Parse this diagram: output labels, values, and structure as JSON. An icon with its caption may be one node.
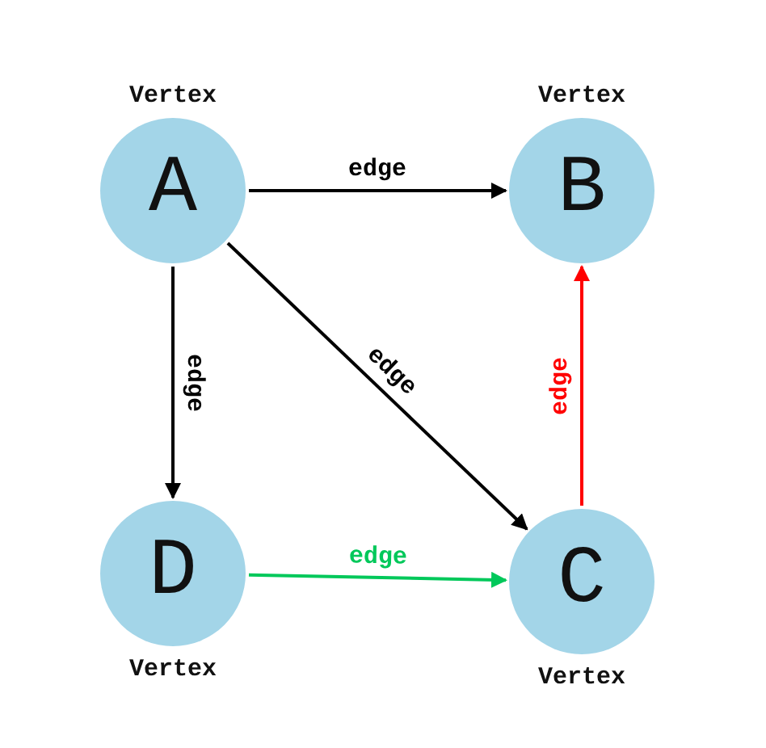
{
  "diagram": {
    "nodes": [
      {
        "text": [
          "A"
        ],
        "beside": [
          "Vertex"
        ]
      },
      {
        "text": [
          "B"
        ],
        "beside": [
          "Vertex"
        ]
      },
      {
        "text": [
          "D"
        ],
        "beside": [
          "Vertex"
        ]
      },
      {
        "text": [
          "C"
        ],
        "beside": [
          "Vertex"
        ]
      }
    ],
    "edges": [
      {
        "from": 0,
        "to": 1,
        "arrow": "to",
        "label": "edge"
      },
      {
        "from": 0,
        "to": 2,
        "arrow": "to",
        "label": "edge"
      },
      {
        "from": 0,
        "to": 3,
        "arrow": "to",
        "label": "edge"
      },
      {
        "from": 2,
        "to": 3,
        "arrow": "to",
        "label": "edge",
        "color": "#00c85a"
      },
      {
        "from": 3,
        "to": 1,
        "arrow": "to",
        "label": "edge",
        "color": "#ff0000"
      }
    ]
  }
}
